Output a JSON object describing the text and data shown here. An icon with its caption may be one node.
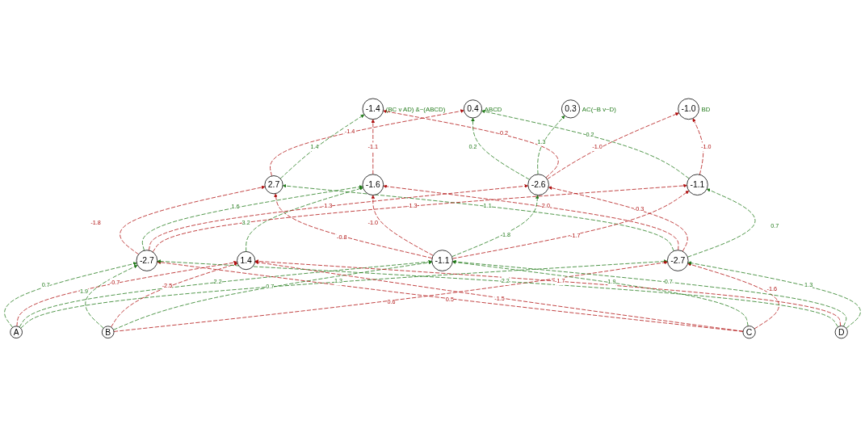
{
  "diagram": {
    "nodes": [
      {
        "text": [
          "0.4"
        ],
        "beside": [
          "ABCD"
        ]
      },
      {
        "text": [
          "0.3"
        ],
        "beside": [
          "AC(~B v~D)"
        ]
      },
      {
        "text": [
          "-1.4"
        ],
        "beside": [
          "(BC v AD) &~(ABCD)"
        ]
      },
      {
        "text": [
          "-1.0"
        ],
        "beside": [
          "BD"
        ]
      },
      {
        "text": [
          "2.7"
        ]
      },
      {
        "text": [
          "-1.6"
        ]
      },
      {
        "text": [
          "-2.6"
        ]
      },
      {
        "text": [
          "-1.1"
        ]
      },
      {
        "text": [
          "-2.7"
        ]
      },
      {
        "text": [
          "1.4"
        ]
      },
      {
        "text": [
          "-1.1"
        ]
      },
      {
        "text": [
          "-2.7"
        ]
      },
      {
        "text": [
          "A"
        ]
      },
      {
        "text": [
          "B"
        ]
      },
      {
        "text": [
          "C"
        ]
      },
      {
        "text": [
          "D"
        ]
      }
    ],
    "edges": [
      {
        "from": 12,
        "to": 8,
        "arrow": "to",
        "label": "0.7",
        "style": "dashed",
        "color": "#217a1a"
      },
      {
        "from": 12,
        "to": 9,
        "arrow": "to",
        "label": "-0.7",
        "style": "dashed"
      },
      {
        "from": 12,
        "to": 10,
        "arrow": "to",
        "label": "2.2",
        "style": "dashed",
        "color": "#217a1a"
      },
      {
        "from": 12,
        "to": 11,
        "arrow": "to",
        "label": "1.3",
        "style": "dashed",
        "color": "#217a1a"
      },
      {
        "from": 13,
        "to": 8,
        "arrow": "to",
        "label": "1.9",
        "style": "dashed",
        "color": "#217a1a"
      },
      {
        "from": 13,
        "to": 9,
        "arrow": "to",
        "label": "-2.5",
        "style": "dashed"
      },
      {
        "from": 13,
        "to": 10,
        "arrow": "to",
        "label": "0.7",
        "style": "dashed",
        "color": "#217a1a"
      },
      {
        "from": 13,
        "to": 11,
        "arrow": "to",
        "label": "0.6",
        "style": "dashed"
      },
      {
        "from": 14,
        "to": 8,
        "arrow": "to",
        "label": "0.5",
        "style": "dashed"
      },
      {
        "from": 14,
        "to": 9,
        "arrow": "to",
        "label": "-1.5",
        "style": "dashed"
      },
      {
        "from": 14,
        "to": 10,
        "arrow": "to",
        "label": "1.9",
        "style": "dashed",
        "color": "#217a1a"
      },
      {
        "from": 14,
        "to": 11,
        "arrow": "to",
        "label": "-1.6",
        "style": "dashed"
      },
      {
        "from": 15,
        "to": 8,
        "arrow": "to",
        "label": "2.2",
        "style": "dashed",
        "color": "#217a1a"
      },
      {
        "from": 15,
        "to": 9,
        "arrow": "to",
        "label": "-1.7",
        "style": "dashed"
      },
      {
        "from": 15,
        "to": 10,
        "arrow": "to",
        "label": "0.7",
        "style": "dashed",
        "color": "#217a1a"
      },
      {
        "from": 15,
        "to": 11,
        "arrow": "to",
        "label": "1.3",
        "style": "dashed",
        "color": "#217a1a"
      },
      {
        "from": 8,
        "to": 4,
        "arrow": "to",
        "label": "-1.8",
        "style": "dashed"
      },
      {
        "from": 10,
        "to": 4,
        "arrow": "to",
        "label": "-0.8",
        "style": "dashed"
      },
      {
        "from": 11,
        "to": 4,
        "arrow": "to",
        "label": "1.1",
        "style": "dashed",
        "color": "#217a1a"
      },
      {
        "from": 8,
        "to": 5,
        "arrow": "to",
        "label": "1.6",
        "style": "dashed",
        "color": "#217a1a"
      },
      {
        "from": 9,
        "to": 5,
        "arrow": "to",
        "label": "3.2",
        "style": "dashed",
        "color": "#217a1a"
      },
      {
        "from": 11,
        "to": 5,
        "arrow": "to",
        "label": "-2.0",
        "style": "dashed"
      },
      {
        "from": 10,
        "to": 5,
        "arrow": "to",
        "label": "-1.0",
        "style": "dashed"
      },
      {
        "from": 8,
        "to": 6,
        "arrow": "to",
        "label": "-1.3",
        "style": "dashed"
      },
      {
        "from": 10,
        "to": 6,
        "arrow": "to",
        "label": "1.8",
        "style": "dashed",
        "color": "#217a1a"
      },
      {
        "from": 11,
        "to": 6,
        "arrow": "to",
        "label": "-0.3",
        "style": "dashed"
      },
      {
        "from": 8,
        "to": 7,
        "arrow": "to",
        "label": "-1.3",
        "style": "dashed"
      },
      {
        "from": 10,
        "to": 7,
        "arrow": "to",
        "label": "-1.7",
        "style": "dashed"
      },
      {
        "from": 11,
        "to": 7,
        "arrow": "to",
        "label": "0.7",
        "style": "dashed",
        "color": "#217a1a"
      },
      {
        "from": 4,
        "to": 0,
        "arrow": "to",
        "label": "-1.4",
        "style": "dashed"
      },
      {
        "from": 6,
        "to": 0,
        "arrow": "to",
        "label": "0.2",
        "style": "dashed",
        "color": "#217a1a"
      },
      {
        "from": 7,
        "to": 0,
        "arrow": "to",
        "label": "0.2",
        "style": "dashed",
        "color": "#217a1a"
      },
      {
        "from": 6,
        "to": 1,
        "arrow": "to",
        "label": "1.3",
        "style": "dashed",
        "color": "#217a1a"
      },
      {
        "from": 4,
        "to": 2,
        "arrow": "to",
        "label": "1.4",
        "style": "dashed",
        "color": "#217a1a"
      },
      {
        "from": 5,
        "to": 2,
        "arrow": "to",
        "label": "-1.1",
        "style": "dashed"
      },
      {
        "from": 6,
        "to": 2,
        "arrow": "to",
        "label": "-0.2",
        "style": "dashed"
      },
      {
        "from": 6,
        "to": 3,
        "arrow": "to",
        "label": "-1.0",
        "style": "dashed"
      },
      {
        "from": 7,
        "to": 3,
        "arrow": "to",
        "label": "-1.0",
        "style": "dashed"
      }
    ]
  }
}
